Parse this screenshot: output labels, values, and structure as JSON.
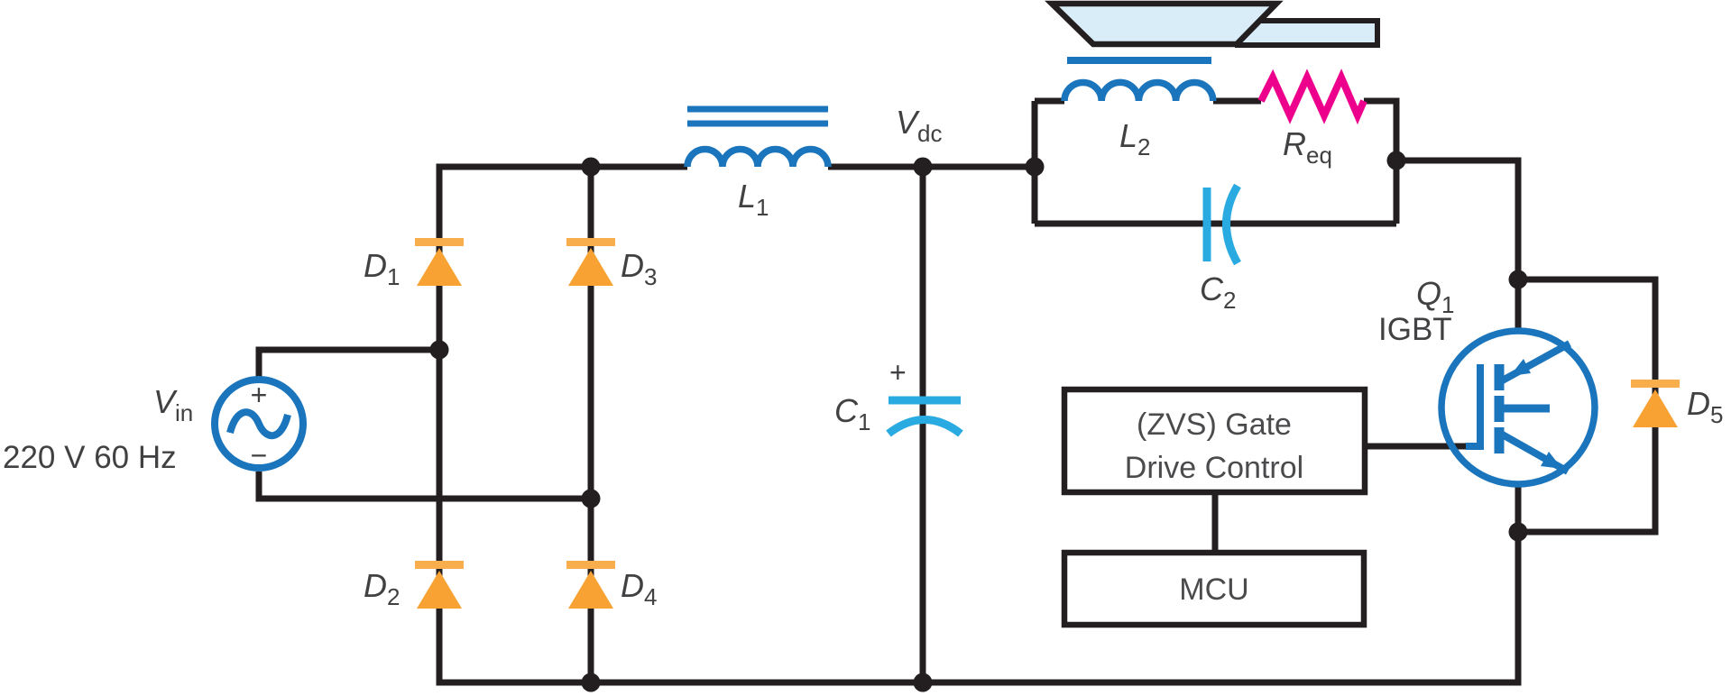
{
  "components": {
    "vin": {
      "base": "V",
      "sub": "in",
      "value": "220 V 60 Hz",
      "plus": "+",
      "minus": "−"
    },
    "d1": {
      "base": "D",
      "sub": "1"
    },
    "d2": {
      "base": "D",
      "sub": "2"
    },
    "d3": {
      "base": "D",
      "sub": "3"
    },
    "d4": {
      "base": "D",
      "sub": "4"
    },
    "d5": {
      "base": "D",
      "sub": "5"
    },
    "l1": {
      "base": "L",
      "sub": "1"
    },
    "l2": {
      "base": "L",
      "sub": "2"
    },
    "c1": {
      "base": "C",
      "sub": "1",
      "polarity": "+"
    },
    "c2": {
      "base": "C",
      "sub": "2"
    },
    "vdc": {
      "base": "V",
      "sub": "dc"
    },
    "req": {
      "base": "R",
      "sub": "eq"
    },
    "q1": {
      "base": "Q",
      "sub": "1",
      "type": "IGBT"
    }
  },
  "control": {
    "gate_drive_line1": "(ZVS) Gate",
    "gate_drive_line2": "Drive Control",
    "mcu": "MCU"
  },
  "colors": {
    "wire": "#231F20",
    "component_blue": "#1B75BC",
    "capacitor_cyan": "#29ABE2",
    "diode_orange": "#F7A233",
    "diode_bar_orange": "#F9AE4E",
    "resistor_magenta": "#EC008C",
    "pan_fill": "#D9EDF9",
    "label_text": "#414042"
  }
}
